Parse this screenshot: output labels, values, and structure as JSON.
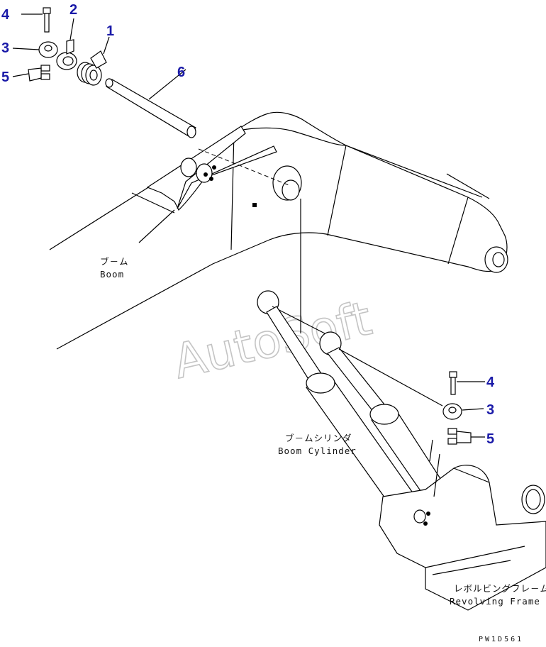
{
  "callouts": {
    "p1": "1",
    "p2": "2",
    "p3_top": "3",
    "p4_top": "4",
    "p5_top": "5",
    "p6": "6",
    "p3_bot": "3",
    "p4_bot": "4",
    "p5_bot": "5"
  },
  "labels": {
    "boom_jp": "ブ－ム",
    "boom_en": "Boom",
    "cyl_jp": "ブ－ムシリンダ",
    "cyl_en": "Boom Cylinder",
    "frame_jp": "レボルビングフレ－ム",
    "frame_en": "Revolving Frame",
    "drawing_code": "PW1D561"
  },
  "watermark": "AutoSoft",
  "colors": {
    "callout": "#1a1aa8",
    "line": "#000000",
    "watermark": "#c4c4c4"
  }
}
